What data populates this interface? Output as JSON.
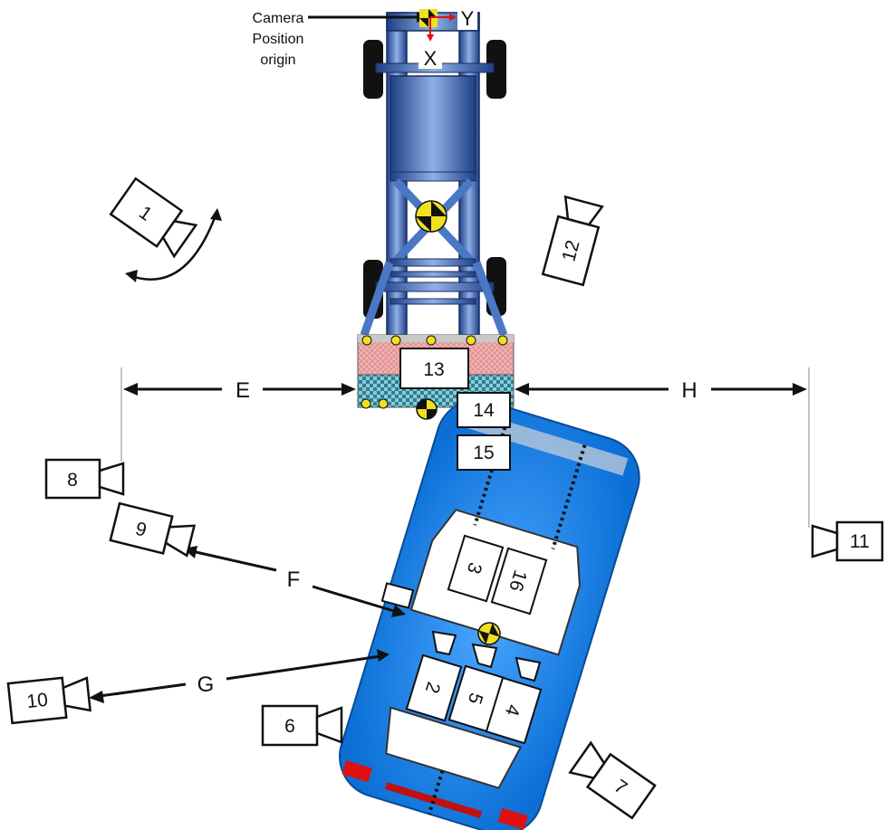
{
  "origin_label_line1": "Camera",
  "origin_label_line2": "Position",
  "origin_label_line3": "origin",
  "axis_x": "X",
  "axis_y": "Y",
  "dimensions": {
    "E": "E",
    "F": "F",
    "G": "G",
    "H": "H"
  },
  "boxes": {
    "b13": "13",
    "b14": "14",
    "b15": "15",
    "b3": "3",
    "b16": "16",
    "b2": "2",
    "b5": "5",
    "b4": "4"
  },
  "cameras": {
    "c1": "1",
    "c6": "6",
    "c7": "7",
    "c8": "8",
    "c9": "9",
    "c10": "10",
    "c11": "11",
    "c12": "12"
  },
  "colors": {
    "sled_blue": "#4a78c4",
    "car_blue": "#1e8ae8",
    "barrier_red": "#e8a0a0",
    "barrier_teal": "#6fb8c8",
    "target_yellow": "#f0e020"
  }
}
